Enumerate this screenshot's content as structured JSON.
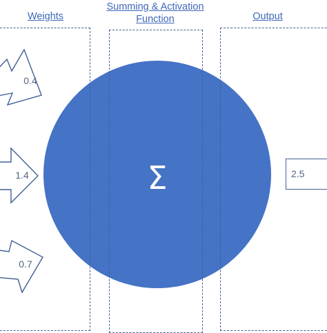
{
  "headers": {
    "weights": "Weights",
    "summing_line1": "Summing & Activation",
    "summing_line2": "Function",
    "output": "Output"
  },
  "neuron": {
    "symbol": "Σ",
    "fill_color": "#3b6cc3"
  },
  "weights": [
    {
      "value": "0.4"
    },
    {
      "value": "1.4"
    },
    {
      "value": "0.7"
    }
  ],
  "output": {
    "value": "2.5"
  },
  "colors": {
    "accent": "#3f67b8",
    "outline": "#3f5f93",
    "text": "#52667f"
  }
}
